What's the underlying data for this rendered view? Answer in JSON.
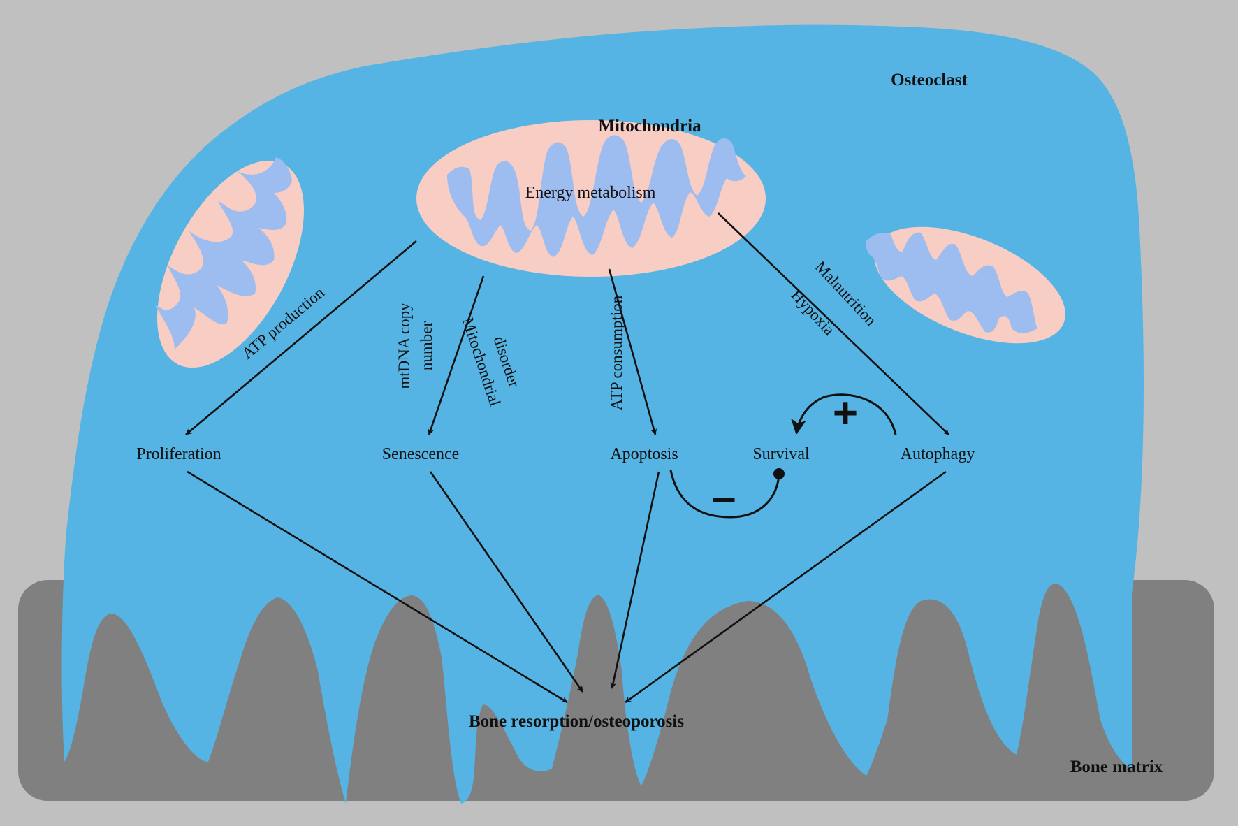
{
  "labels": {
    "osteoclast": "Osteoclast",
    "mitochondria": "Mitochondria",
    "energy_metabolism": "Energy metabolism",
    "atp_production": "ATP production",
    "mtdna_line1": "mtDNA copy",
    "mtdna_line2": "number",
    "mito_disorder_line1": "Mitochondrial",
    "mito_disorder_line2": "disorder",
    "atp_consumption": "ATP consumption",
    "malnutrition": "Malnutrition",
    "hypoxia": "Hypoxia",
    "proliferation": "Proliferation",
    "senescence": "Senescence",
    "apoptosis": "Apoptosis",
    "survival": "Survival",
    "autophagy": "Autophagy",
    "bone_resorption": "Bone resorption/osteoporosis",
    "bone_matrix": "Bone matrix"
  },
  "symbols": {
    "plus": "+",
    "minus": "−"
  },
  "colors": {
    "background": "#c0c0c0",
    "bone_matrix": "#808080",
    "cell": "#56b4e4",
    "mito_outer": "#f7cdc4",
    "mito_inner": "#9dbcf0",
    "ink": "#111111"
  }
}
